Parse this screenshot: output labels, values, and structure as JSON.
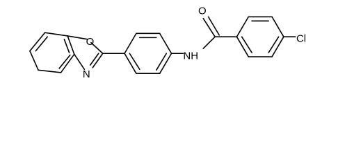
{
  "molecule": {
    "atoms": {
      "oxazole_oxygen": "O",
      "oxazole_nitrogen": "N",
      "amide_nh": "NH",
      "carbonyl_oxygen": "O",
      "chlorine": "Cl"
    }
  },
  "colors": {
    "bond": "#000000",
    "label": "#000000",
    "background": "#ffffff"
  }
}
